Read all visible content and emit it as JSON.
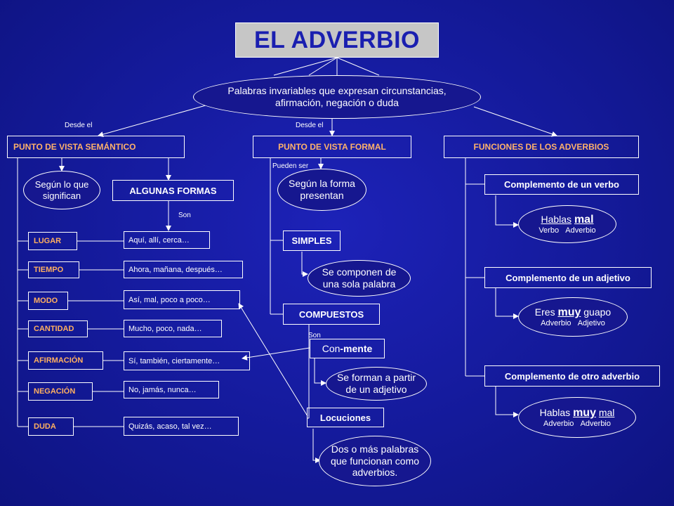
{
  "title": "EL ADVERBIO",
  "definition": "Palabras invariables que expresan circunstancias, afirmación, negación o duda",
  "link_labels": {
    "desde_el_left": "Desde el",
    "desde_el_center": "Desde el",
    "son_semantic": "Son",
    "pueden_ser": "Pueden ser",
    "son_formal": "Son"
  },
  "semantic": {
    "header": "PUNTO DE VISTA SEMÁNTICO",
    "segun_significan": "Según lo que significan",
    "algunas_formas": "ALGUNAS FORMAS",
    "categories": [
      "LUGAR",
      "TIEMPO",
      "MODO",
      "CANTIDAD",
      "AFIRMACIÓN",
      "NEGACIÓN",
      "DUDA"
    ],
    "examples": [
      "Aquí, allí, cerca…",
      "Ahora, mañana, después…",
      "Así, mal, poco a poco…",
      "Mucho, poco, nada…",
      "Sí, también, ciertamente…",
      "No, jamás, nunca…",
      "Quizás, acaso, tal vez…"
    ]
  },
  "formal": {
    "header": "PUNTO DE VISTA FORMAL",
    "segun_forma": "Según la forma presentan",
    "simples": "SIMPLES",
    "simples_desc": "Se componen de una sola palabra",
    "compuestos": "COMPUESTOS",
    "con_mente_prefix": "Con ",
    "con_mente_suffix": "-mente",
    "mente_desc": "Se forman a partir de un adjetivo",
    "locuciones": "Locuciones",
    "locuciones_desc": "Dos o más palabras que funcionan como adverbios."
  },
  "functions": {
    "header": "FUNCIONES DE LOS ADVERBIOS",
    "verbo": {
      "label": "Complemento de un verbo",
      "w1": "Hablas",
      "w2": "mal",
      "sub1": "Verbo",
      "sub2": "Adverbio"
    },
    "adjetivo": {
      "label": "Complemento de un adjetivo",
      "w1": "Eres",
      "w2": "muy",
      "w3": "guapo",
      "sub1": "Adverbio",
      "sub2": "Adjetivo"
    },
    "adverbio": {
      "label": "Complemento de otro adverbio",
      "w1": "Hablas",
      "w2": "muy",
      "w3": "mal",
      "sub1": "Adverbio",
      "sub2": "Adverbio"
    }
  },
  "colors": {
    "background": "#141a9a",
    "title_box": "#c6c6c6",
    "title_text": "#1a1fb0",
    "category_text": "#ffb060",
    "header_text": "#ffb26b"
  }
}
